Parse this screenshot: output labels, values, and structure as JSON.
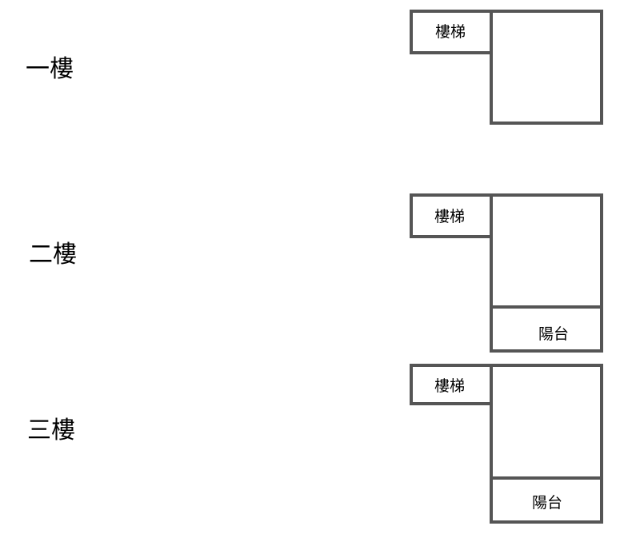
{
  "floors": [
    {
      "label": "一樓",
      "stair_label": "樓梯",
      "balcony_label": ""
    },
    {
      "label": "二樓",
      "stair_label": "樓梯",
      "balcony_label": "陽台"
    },
    {
      "label": "三樓",
      "stair_label": "樓梯",
      "balcony_label": "陽台"
    }
  ],
  "colors": {
    "wall": "#555555",
    "text": "#000000",
    "background": "#ffffff"
  }
}
